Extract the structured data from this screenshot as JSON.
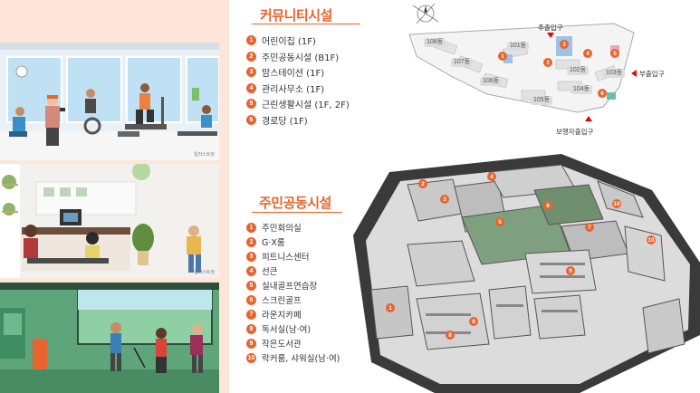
{
  "illustrations": {
    "captions": [
      "일러스트컷",
      "일러스트컷",
      "일러스트컷"
    ]
  },
  "community": {
    "title": "커뮤니티시설",
    "items": [
      {
        "num": "1",
        "label": "어린이집 (1F)"
      },
      {
        "num": "2",
        "label": "주민공동시설 (B1F)"
      },
      {
        "num": "3",
        "label": "맘스테이션 (1F)"
      },
      {
        "num": "4",
        "label": "관리사무소 (1F)"
      },
      {
        "num": "5",
        "label": "근린생활시설 (1F, 2F)"
      },
      {
        "num": "6",
        "label": "경로당 (1F)"
      }
    ]
  },
  "site_map": {
    "entrances": {
      "main": "주출입구",
      "side": "부출입구",
      "pedestrian": "보행자출입구"
    },
    "buildings": [
      "108동",
      "107동",
      "106동",
      "101동",
      "102동",
      "103동",
      "104동",
      "105동"
    ],
    "markers": [
      "1",
      "2",
      "3",
      "4",
      "5",
      "6"
    ]
  },
  "residents": {
    "title": "주민공동시설",
    "items": [
      {
        "num": "1",
        "label": "주민회의실"
      },
      {
        "num": "2",
        "label": "G·X룸"
      },
      {
        "num": "3",
        "label": "피트니스센터"
      },
      {
        "num": "4",
        "label": "선큰"
      },
      {
        "num": "5",
        "label": "실내골프연습장"
      },
      {
        "num": "6",
        "label": "스크린골프"
      },
      {
        "num": "7",
        "label": "라운지카페"
      },
      {
        "num": "8",
        "label": "독서실(남·여)"
      },
      {
        "num": "9",
        "label": "작은도서관"
      },
      {
        "num": "10",
        "label": "락커룸, 샤워실(남·여)"
      }
    ]
  },
  "floor_plan": {
    "markers": [
      "1",
      "2",
      "3",
      "4",
      "5",
      "6",
      "7",
      "8",
      "8",
      "9",
      "10",
      "10"
    ]
  },
  "colors": {
    "accent": "#e8642e",
    "left_bg": "#fde6d9",
    "entrance_red": "#e00000"
  }
}
